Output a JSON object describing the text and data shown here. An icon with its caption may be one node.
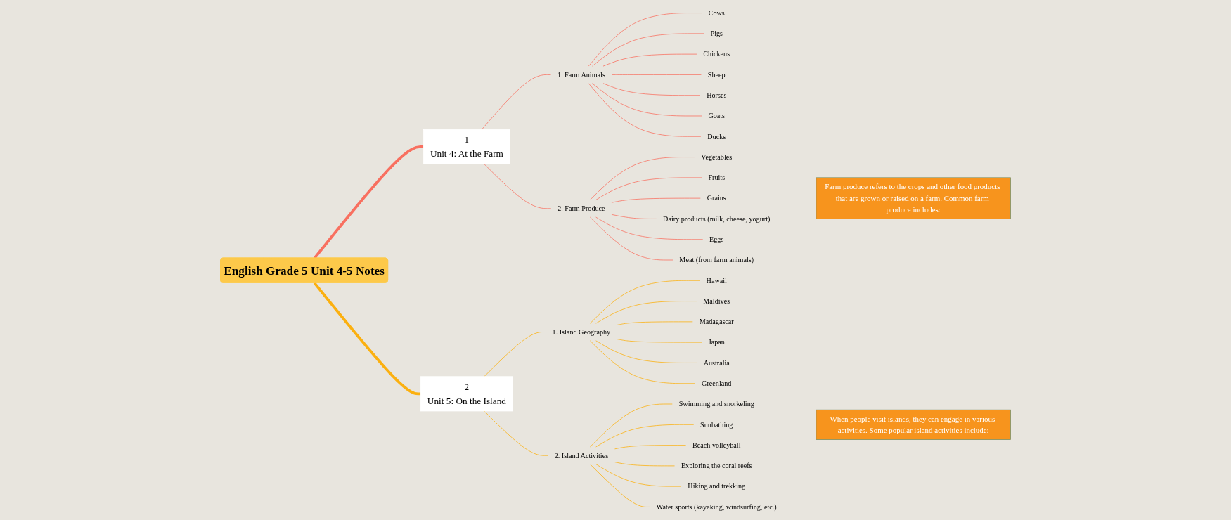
{
  "diagram": {
    "nodes": [
      {
        "text": [
          "English Grade 5 Unit 4-5 Notes"
        ]
      },
      {
        "text": [
          "1",
          "Unit 4: At the Farm"
        ]
      },
      {
        "text": [
          "1. Farm Animals"
        ]
      },
      {
        "text": [
          "Cows"
        ]
      },
      {
        "text": [
          "Pigs"
        ]
      },
      {
        "text": [
          "Chickens"
        ]
      },
      {
        "text": [
          "Sheep"
        ]
      },
      {
        "text": [
          "Horses"
        ]
      },
      {
        "text": [
          "Goats"
        ]
      },
      {
        "text": [
          "Ducks"
        ]
      },
      {
        "text": [
          "2. Farm Produce"
        ]
      },
      {
        "text": [
          "Vegetables"
        ]
      },
      {
        "text": [
          "Fruits"
        ]
      },
      {
        "text": [
          "Grains"
        ]
      },
      {
        "text": [
          "Dairy products (milk, cheese, yogurt)"
        ]
      },
      {
        "text": [
          "Eggs"
        ]
      },
      {
        "text": [
          "Meat (from farm animals)"
        ]
      },
      {
        "text": [
          "Farm produce refers to the crops and other food products that are grown or raised on a farm. Common farm produce includes:"
        ]
      },
      {
        "text": [
          "2",
          "Unit 5: On the Island"
        ]
      },
      {
        "text": [
          "1. Island Geography"
        ]
      },
      {
        "text": [
          "Hawaii"
        ]
      },
      {
        "text": [
          "Maldives"
        ]
      },
      {
        "text": [
          "Madagascar"
        ]
      },
      {
        "text": [
          "Japan"
        ]
      },
      {
        "text": [
          "Australia"
        ]
      },
      {
        "text": [
          "Greenland"
        ]
      },
      {
        "text": [
          "2. Island Activities"
        ]
      },
      {
        "text": [
          "Swimming and snorkeling"
        ]
      },
      {
        "text": [
          "Sunbathing"
        ]
      },
      {
        "text": [
          "Beach volleyball"
        ]
      },
      {
        "text": [
          "Exploring the coral reefs"
        ]
      },
      {
        "text": [
          "Hiking and trekking"
        ]
      },
      {
        "text": [
          "Water sports (kayaking, windsurfing, etc.)"
        ]
      },
      {
        "text": [
          "When people visit islands, they can engage in various activities. Some popular island activities include:"
        ]
      }
    ],
    "edges": [
      {
        "from": 0,
        "to": 1,
        "arrow": "none",
        "style": "thick"
      },
      {
        "from": 1,
        "to": 2,
        "arrow": "none"
      },
      {
        "from": 2,
        "to": 3,
        "arrow": "none"
      },
      {
        "from": 2,
        "to": 4,
        "arrow": "none"
      },
      {
        "from": 2,
        "to": 5,
        "arrow": "none"
      },
      {
        "from": 2,
        "to": 6,
        "arrow": "none"
      },
      {
        "from": 2,
        "to": 7,
        "arrow": "none"
      },
      {
        "from": 2,
        "to": 8,
        "arrow": "none"
      },
      {
        "from": 2,
        "to": 9,
        "arrow": "none"
      },
      {
        "from": 1,
        "to": 10,
        "arrow": "none"
      },
      {
        "from": 10,
        "to": 11,
        "arrow": "none"
      },
      {
        "from": 10,
        "to": 12,
        "arrow": "none"
      },
      {
        "from": 10,
        "to": 13,
        "arrow": "none"
      },
      {
        "from": 10,
        "to": 14,
        "arrow": "none"
      },
      {
        "from": 10,
        "to": 15,
        "arrow": "none"
      },
      {
        "from": 10,
        "to": 16,
        "arrow": "none"
      },
      {
        "from": 0,
        "to": 18,
        "arrow": "none",
        "style": "thick",
        "color": "#fbb010"
      },
      {
        "from": 18,
        "to": 19,
        "arrow": "none",
        "color": "#fbb010"
      },
      {
        "from": 19,
        "to": 20,
        "arrow": "none",
        "color": "#fbb010"
      },
      {
        "from": 19,
        "to": 21,
        "arrow": "none",
        "color": "#fbb010"
      },
      {
        "from": 19,
        "to": 22,
        "arrow": "none",
        "color": "#fbb010"
      },
      {
        "from": 19,
        "to": 23,
        "arrow": "none",
        "color": "#fbb010"
      },
      {
        "from": 19,
        "to": 24,
        "arrow": "none",
        "color": "#fbb010"
      },
      {
        "from": 19,
        "to": 25,
        "arrow": "none",
        "color": "#fbb010"
      },
      {
        "from": 18,
        "to": 26,
        "arrow": "none",
        "color": "#fbb010"
      },
      {
        "from": 26,
        "to": 27,
        "arrow": "none",
        "color": "#fbb010"
      },
      {
        "from": 26,
        "to": 28,
        "arrow": "none",
        "color": "#fbb010"
      },
      {
        "from": 26,
        "to": 29,
        "arrow": "none",
        "color": "#fbb010"
      },
      {
        "from": 26,
        "to": 30,
        "arrow": "none",
        "color": "#fbb010"
      },
      {
        "from": 26,
        "to": 31,
        "arrow": "none",
        "color": "#fbb010"
      },
      {
        "from": 26,
        "to": 32,
        "arrow": "none",
        "color": "#fbb010"
      }
    ]
  }
}
